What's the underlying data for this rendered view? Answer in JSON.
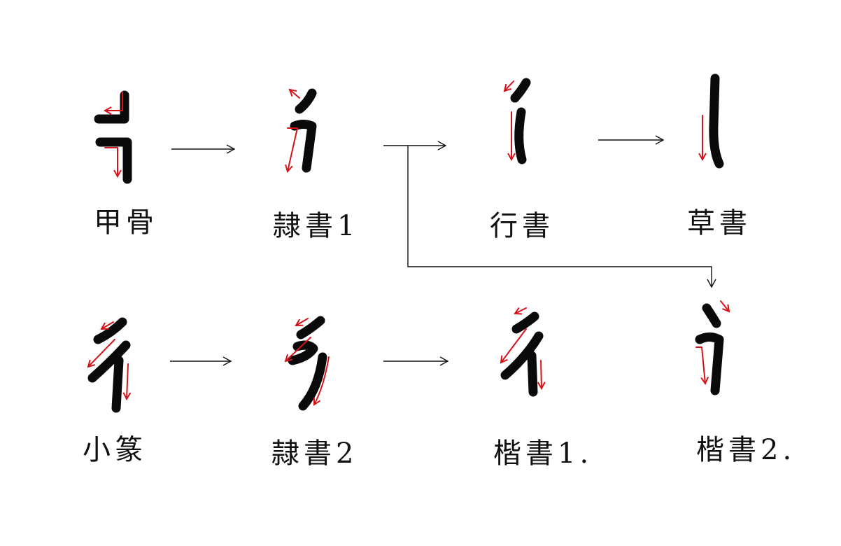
{
  "title": "Evolution of the radical 彳/言 stroke across scripts",
  "nodes": [
    {
      "id": "oracle",
      "label": "甲骨"
    },
    {
      "id": "clerical1",
      "label": "隷書1"
    },
    {
      "id": "running",
      "label": "行書"
    },
    {
      "id": "cursive",
      "label": "草書"
    },
    {
      "id": "small_seal",
      "label": "小篆"
    },
    {
      "id": "clerical2",
      "label": "隷書2"
    },
    {
      "id": "regular1",
      "label": "楷書1."
    },
    {
      "id": "regular2",
      "label": "楷書2."
    }
  ],
  "edges": [
    {
      "from": "oracle",
      "to": "clerical1"
    },
    {
      "from": "clerical1",
      "to": "running"
    },
    {
      "from": "clerical1",
      "to": "regular2"
    },
    {
      "from": "running",
      "to": "cursive"
    },
    {
      "from": "small_seal",
      "to": "clerical2"
    },
    {
      "from": "clerical2",
      "to": "regular1"
    }
  ],
  "colors": {
    "ink": "#0a0a0a",
    "stroke_order_arrow": "#d4141a"
  }
}
